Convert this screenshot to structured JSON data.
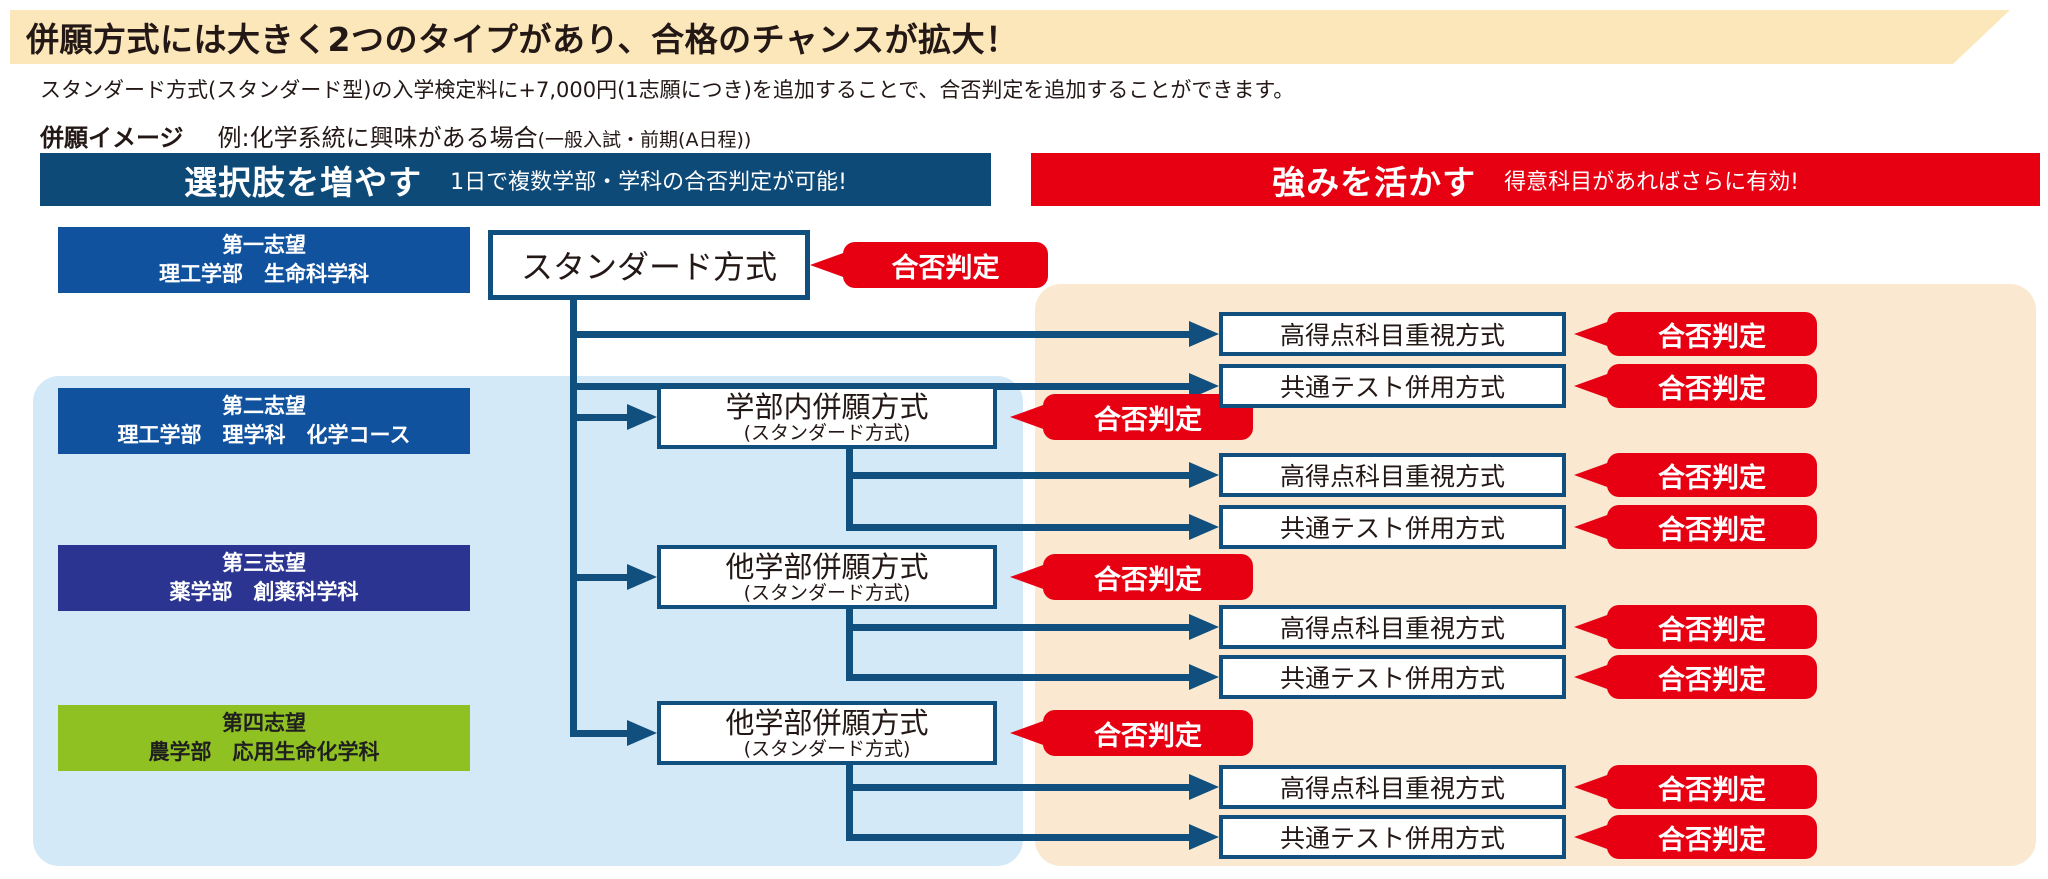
{
  "banner": {
    "title": "併願方式には大きく2つのタイプがあり、合格のチャンスが拡大！",
    "bg": "#fbe7ba"
  },
  "intro": {
    "description": "スタンダード方式(スタンダード型)の入学検定料に+7,000円(1志願につき)を追加することで、合否判定を追加することができます。",
    "image_label": "併願イメージ",
    "example": "例:化学系統に興味がある場合",
    "example_note": "(一般入試・前期(A日程))"
  },
  "headers": {
    "left": {
      "title": "選択肢を増やす",
      "subtitle": "1日で複数学部・学科の合否判定が可能!",
      "bg": "#0e4a78"
    },
    "right": {
      "title": "強みを活かす",
      "subtitle": "得意科目があればさらに有効!",
      "bg": "#e60012"
    }
  },
  "choices": [
    {
      "rank": "第一志望",
      "dept": "理工学部　生命科学科",
      "bg": "#11529f",
      "text_color": "#ffffff"
    },
    {
      "rank": "第二志望",
      "dept": "理工学部　理学科　化学コース",
      "bg": "#11529f",
      "text_color": "#ffffff"
    },
    {
      "rank": "第三志望",
      "dept": "薬学部　創薬科学科",
      "bg": "#2b3490",
      "text_color": "#ffffff"
    },
    {
      "rank": "第四志望",
      "dept": "農学部　応用生命化学科",
      "bg": "#8fc122",
      "text_color": "#1f1f1f"
    }
  ],
  "standard_method": {
    "label": "スタンダード方式"
  },
  "methods": [
    {
      "title": "学部内併願方式",
      "subtitle": "(スタンダード方式)"
    },
    {
      "title": "他学部併願方式",
      "subtitle": "(スタンダード方式)"
    },
    {
      "title": "他学部併願方式",
      "subtitle": "(スタンダード方式)"
    }
  ],
  "sub_methods": {
    "score_weighted": "高得点科目重視方式",
    "common_test": "共通テスト併用方式"
  },
  "badge": {
    "label": "合否判定",
    "bg": "#e60012"
  },
  "colors": {
    "connector": "#104f7e",
    "box_border": "#104f7e",
    "panel_left": "#d4e9f7",
    "panel_right": "#fae8d0"
  }
}
